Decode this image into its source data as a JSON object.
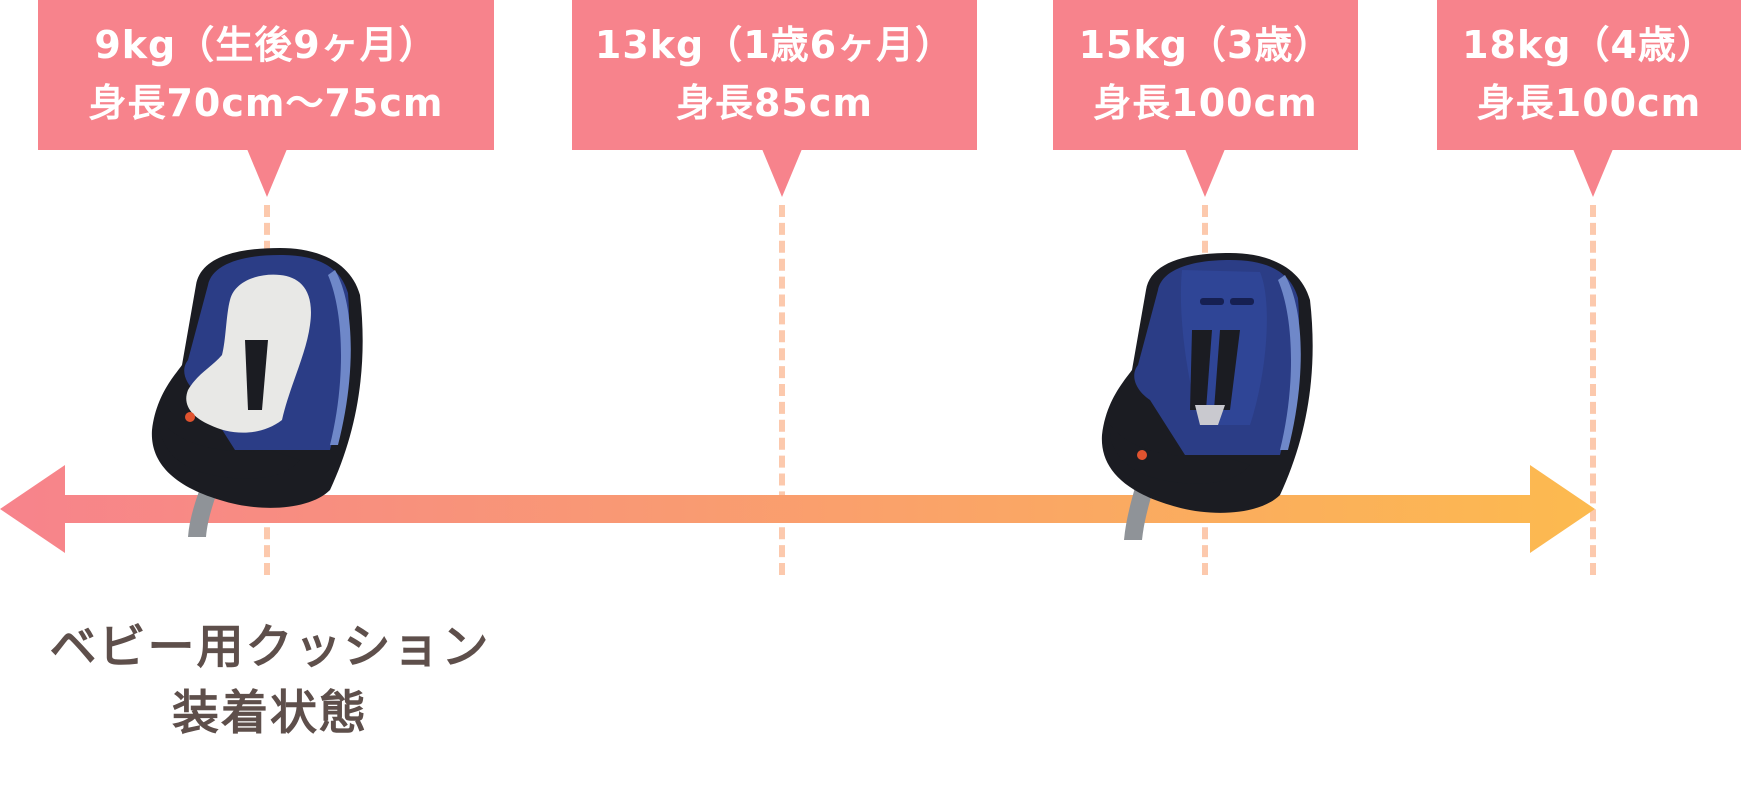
{
  "milestones": [
    {
      "line1": "9kg（生後9ヶ月）",
      "line2": "身長70cm〜75cm"
    },
    {
      "line1": "13kg（1歳6ヶ月）",
      "line2": "身長85cm"
    },
    {
      "line1": "15kg（3歳）",
      "line2": "身長100cm"
    },
    {
      "line1": "18kg（4歳）",
      "line2": "身長100cm"
    }
  ],
  "caption": {
    "line1": "ベビー用クッション",
    "line2": "装着状態"
  },
  "colors": {
    "callout": "#f7838c",
    "guide": "#fcc9ad",
    "arrow_start": "#f7838c",
    "arrow_end": "#fcba4f",
    "caption_text": "#5e4f4b",
    "seat_navy": "#2b3d86",
    "seat_black": "#1b1c22",
    "cushion": "#e8e8e6"
  },
  "icons": [
    "child-seat-with-baby-cushion",
    "child-seat-without-cushion",
    "double-headed-arrow"
  ]
}
